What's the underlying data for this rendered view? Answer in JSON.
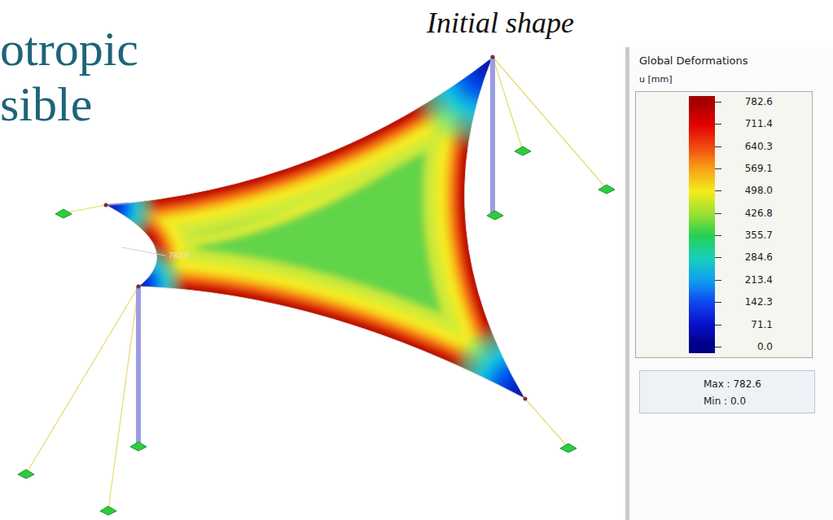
{
  "diagram": {
    "title": "otropic sible",
    "nodes": [
      {
        "text": [
          "Global Deformations",
          "u [mm]"
        ]
      },
      {
        "text": [
          "Max : 782.6",
          "Min : 0.0"
        ],
        "in": 0
      }
    ],
    "labels": [
      "Initial shape",
      "782.6"
    ],
    "legend": [
      {
        "text": "782.6",
        "color": "#a80000"
      },
      {
        "text": "711.4",
        "color": "#e00000"
      },
      {
        "text": "640.3",
        "color": "#f04810"
      },
      {
        "text": "569.1",
        "color": "#f8a018"
      },
      {
        "text": "498.0",
        "color": "#f4ec1c"
      },
      {
        "text": "426.8",
        "color": "#9ee030"
      },
      {
        "text": "355.7",
        "color": "#28d050"
      },
      {
        "text": "284.6",
        "color": "#18d0b8"
      },
      {
        "text": "213.4",
        "color": "#10a0f0"
      },
      {
        "text": "142.3",
        "color": "#1048f0"
      },
      {
        "text": "71.1",
        "color": "#0810c8"
      },
      {
        "text": "0.0",
        "color": "#000088"
      }
    ]
  }
}
